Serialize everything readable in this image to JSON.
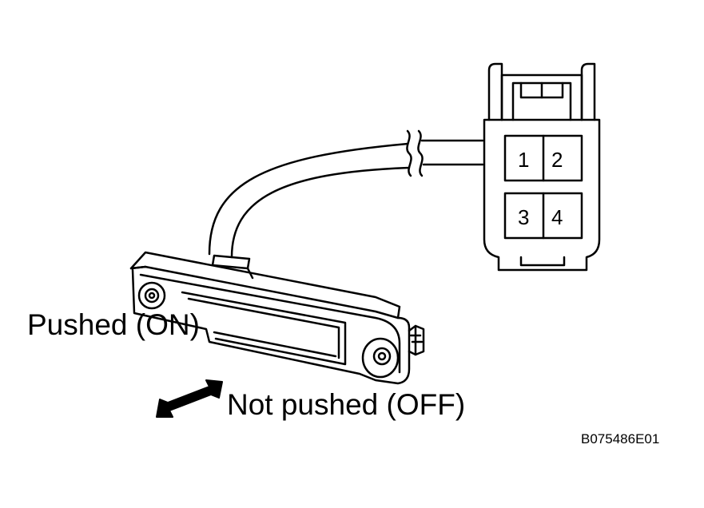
{
  "labels": {
    "pushed": "Pushed (ON)",
    "not_pushed": "Not pushed (OFF)",
    "figure_code": "B075486E01"
  },
  "connector": {
    "pins": [
      "1",
      "2",
      "3",
      "4"
    ]
  },
  "colors": {
    "line": "#000000",
    "background": "#ffffff"
  }
}
